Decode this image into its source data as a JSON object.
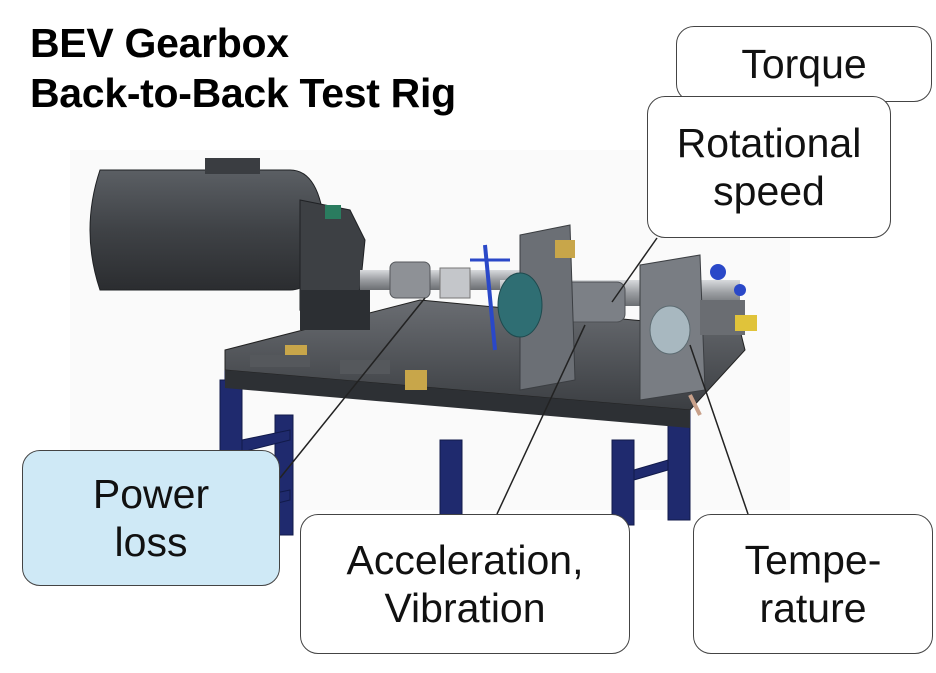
{
  "title": {
    "line1": "BEV Gearbox",
    "line2": "Back-to-Back Test Rig"
  },
  "labels": {
    "torque": "Torque",
    "rotational_speed": "Rotational\nspeed",
    "power_loss": "Power\nloss",
    "acceleration_vibration": "Acceleration,\nVibration",
    "temperature": "Tempe-\nrature"
  },
  "colors": {
    "highlight_fill": "#cfe9f6",
    "box_border": "#444444",
    "frame_blue": "#1f2a6e",
    "machine_gray": "#4a4d52"
  }
}
